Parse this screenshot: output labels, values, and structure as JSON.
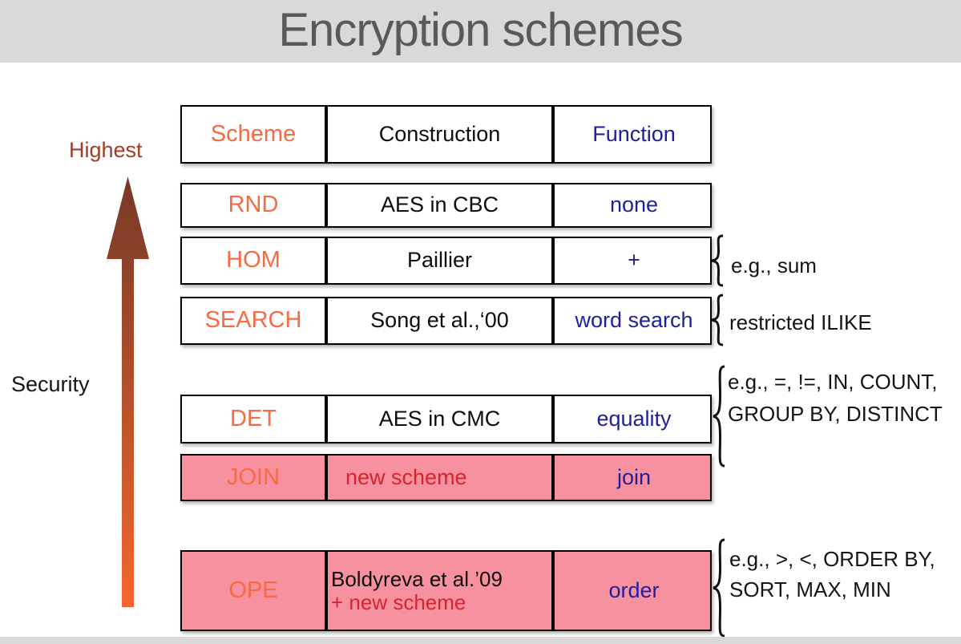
{
  "title": "Encryption schemes",
  "axis": {
    "highest": "Highest",
    "security": "Security"
  },
  "table": {
    "header": {
      "scheme": "Scheme",
      "construction": "Construction",
      "function": "Function"
    },
    "rows": [
      {
        "scheme": "RND",
        "construction": "AES in CBC",
        "function": "none"
      },
      {
        "scheme": "HOM",
        "construction": "Paillier",
        "function": "+"
      },
      {
        "scheme": "SEARCH",
        "construction": "Song et al.,‘00",
        "function": "word search"
      },
      {
        "scheme": "DET",
        "construction": "AES in CMC",
        "function": "equality"
      },
      {
        "scheme": "JOIN",
        "construction": "new scheme",
        "function": "join",
        "highlighted": true
      },
      {
        "scheme": "OPE",
        "construction_line1": "Boldyreva et al.’09",
        "construction_line2": "+ new scheme",
        "function": "order",
        "highlighted": true
      }
    ]
  },
  "annotations": {
    "hom": "e.g., sum",
    "search": "restricted ILIKE",
    "det_line1": "e.g., =, !=, IN, COUNT,",
    "det_line2": "GROUP BY, DISTINCT",
    "ope_line1": "e.g., >, <, ORDER BY,",
    "ope_line2": "SORT, MAX, MIN"
  },
  "colors": {
    "scheme_text": "#f76a43",
    "function_text": "#1f1f9c",
    "new_scheme_text": "#d8232e",
    "highlight_bg": "#f8919f",
    "banner_bg": "#d9d9d9",
    "title_text": "#595959",
    "highest_text": "#a53a26",
    "arrow_top": "#753928",
    "arrow_bottom": "#f4672c"
  }
}
